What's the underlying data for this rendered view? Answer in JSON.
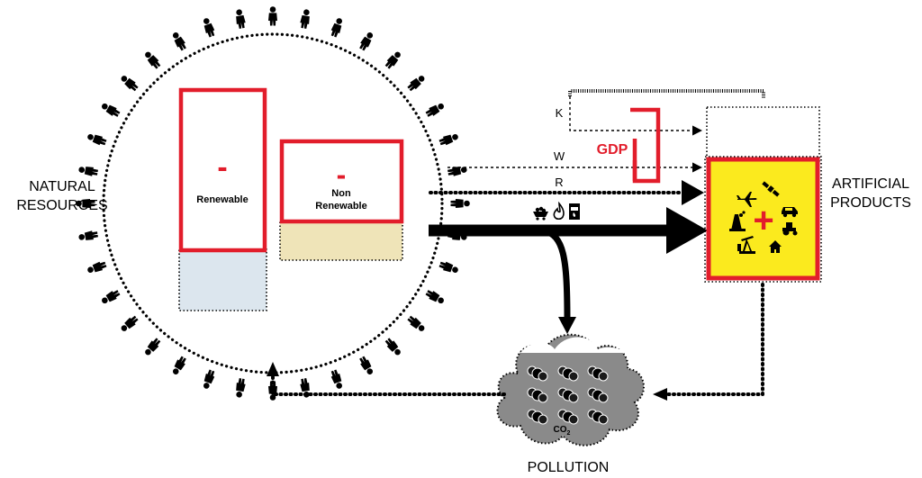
{
  "labels": {
    "natural_resources": [
      "NATURAL",
      "RESOURCES"
    ],
    "artificial_products": [
      "ARTIFICIAL",
      "PRODUCTS"
    ],
    "pollution": "POLLUTION",
    "renewable": "Renewable",
    "non_renewable": [
      "Non",
      "Renewable"
    ],
    "minus": "-",
    "plus": "+",
    "gdp": "GDP",
    "k": "K",
    "w": "W",
    "r": "R",
    "co2": "CO",
    "co2_sub": "2"
  },
  "colors": {
    "red": "#e21d2b",
    "yellow": "#fbea1e",
    "renewable_fill": "#dce6ee",
    "nonrenewable_fill": "#efe4b8",
    "cloud_grey": "#8a8a8a",
    "black": "#000000"
  },
  "icons": {
    "population": "person-icon",
    "resources": [
      "coal-cart-icon",
      "flame-icon",
      "oil-barrel-icon"
    ],
    "products": [
      "airplane-icon",
      "satellite-icon",
      "factory-icon",
      "car-icon",
      "tractor-icon",
      "oil-pump-icon",
      "house-icon"
    ],
    "pollution": "co2-molecule-icon"
  }
}
